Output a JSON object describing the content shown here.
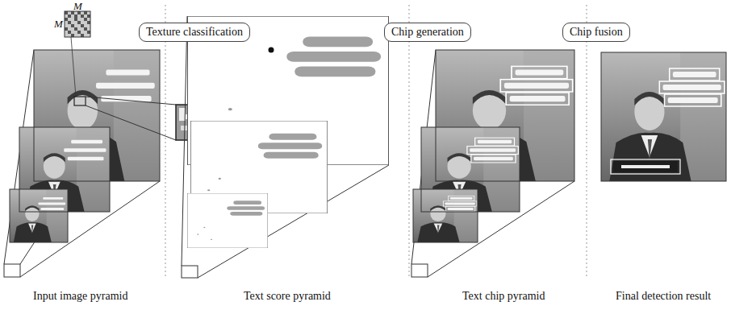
{
  "diagram": {
    "nodes": [
      {
        "text": [
          "Texture classification"
        ]
      },
      {
        "text": [
          "Chip generation"
        ]
      },
      {
        "text": [
          "Chip fusion"
        ]
      }
    ],
    "labels": [
      "M",
      "M",
      "Input image pyramid",
      "Text score pyramid",
      "Text chip pyramid",
      "Final detection result"
    ]
  }
}
